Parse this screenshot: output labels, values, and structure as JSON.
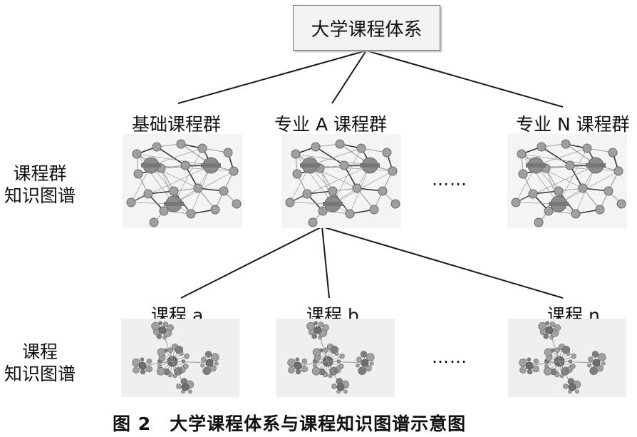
{
  "root": {
    "label": "大学课程体系"
  },
  "groups": [
    {
      "label": "基础课程群"
    },
    {
      "label": "专业 A 课程群"
    },
    {
      "label": "专业 N 课程群"
    }
  ],
  "courses": [
    {
      "label": "课程 a"
    },
    {
      "label": "课程 b"
    },
    {
      "label": "课程 n"
    }
  ],
  "ellipsis": "……",
  "side_labels": {
    "group_kg": [
      "课程群",
      "知识图谱"
    ],
    "course_kg": [
      "课程",
      "知识图谱"
    ]
  },
  "caption": "图 2　大学课程体系与课程知识图谱示意图",
  "colors": {
    "line": "#1a1a1a",
    "node_fill": "#a0a0a0",
    "node_stroke": "#6a6a6a",
    "edge_dark": "#333333",
    "edge_light": "#9a9a9a"
  }
}
